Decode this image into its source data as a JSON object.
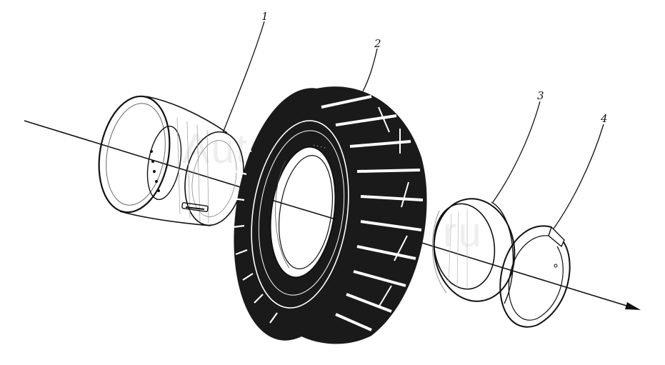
{
  "diagram": {
    "callouts": [
      {
        "id": "rim",
        "label": "1"
      },
      {
        "id": "tire",
        "label": "2"
      },
      {
        "id": "lock-ring",
        "label": "3"
      },
      {
        "id": "retaining-ring",
        "label": "4"
      }
    ],
    "watermark": {
      "left": "Auto",
      "right": "ru"
    },
    "colors": {
      "ink": "#111111",
      "tread": "#1a1a1a",
      "light_line": "#777777",
      "background": "#ffffff"
    }
  }
}
